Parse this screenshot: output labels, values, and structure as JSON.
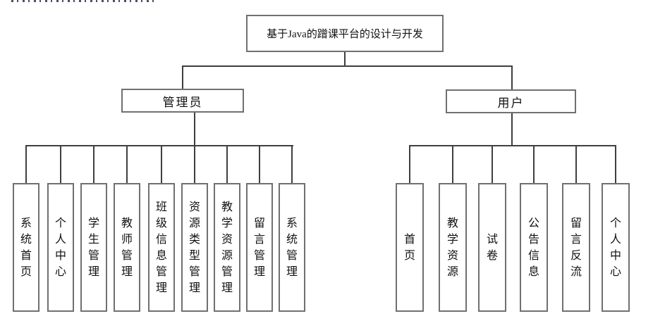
{
  "diagram": {
    "root": {
      "label": "基于Java的蹭课平台的设计与开发"
    },
    "branches": [
      {
        "label": "管理员",
        "children": [
          "系统首页",
          "个人中心",
          "学生管理",
          "教师管理",
          "班级信息管理",
          "资源类型管理",
          "教学资源管理",
          "留言管理",
          "系统管理"
        ]
      },
      {
        "label": "用户",
        "children": [
          "首页",
          "教学资源",
          "试卷",
          "公告信息",
          "留言反流",
          "个人中心"
        ]
      }
    ],
    "colors": {
      "line": "#3f3f3f",
      "box_border": "#707070",
      "text": "#111111",
      "background": "#ffffff"
    }
  }
}
